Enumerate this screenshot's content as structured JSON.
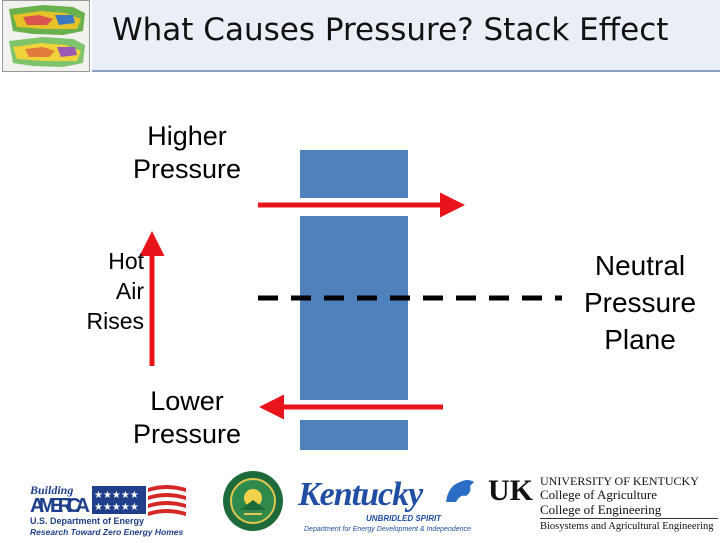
{
  "header": {
    "title": "What Causes Pressure?  Stack Effect"
  },
  "diagram": {
    "top_label": [
      "Higher",
      "Pressure"
    ],
    "left_label": [
      "Hot",
      "Air",
      "Rises"
    ],
    "right_label": [
      "Neutral",
      "Pressure",
      "Plane"
    ],
    "bottom_label": [
      "Lower",
      "Pressure"
    ],
    "colors": {
      "building": "#4f81bd",
      "arrow": "#e8141b",
      "line": "#000000"
    }
  },
  "footer": {
    "building_america": {
      "wordmark": "Building AMERICA",
      "line1": "U.S. Department of Energy",
      "line2": "Research Toward Zero Energy Homes"
    },
    "doe_seal": "Department of Energy",
    "kentucky": {
      "wordmark": "Kentucky",
      "tagline": "UNBRIDLED SPIRIT",
      "dept": "Department for Energy Development & Independence"
    },
    "uk": {
      "mark": "UK",
      "line1": "UNIVERSITY OF KENTUCKY",
      "line2": "College of Agriculture",
      "line3": "College of Engineering",
      "line4": "Biosystems and Agricultural Engineering"
    }
  }
}
